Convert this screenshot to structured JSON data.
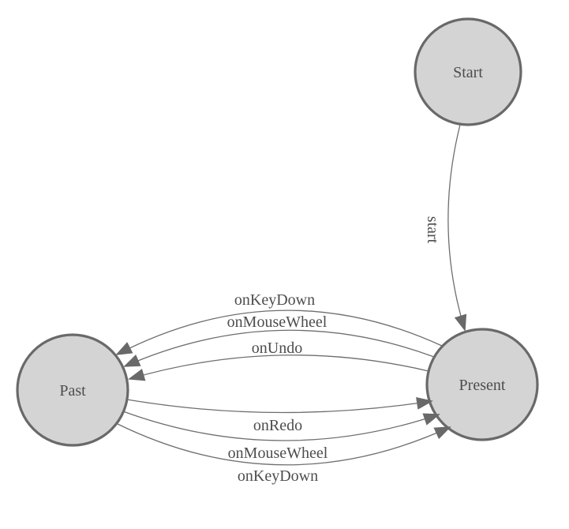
{
  "diagram": {
    "type": "state-machine",
    "colors": {
      "background": "#ffffff",
      "node_fill": "#d4d4d4",
      "node_stroke": "#696969",
      "edge_stroke": "#6e6e6e",
      "arrow_fill": "#696969",
      "label_text": "#4d4d4d"
    },
    "nodes": [
      {
        "id": "start",
        "label": "Start"
      },
      {
        "id": "present",
        "label": "Present"
      },
      {
        "id": "past",
        "label": "Past"
      }
    ],
    "edges": [
      {
        "id": "start-to-present",
        "from": "start",
        "to": "present",
        "label": "start"
      },
      {
        "id": "present-to-past-keydown",
        "from": "present",
        "to": "past",
        "label": "onKeyDown"
      },
      {
        "id": "present-to-past-mousewheel",
        "from": "present",
        "to": "past",
        "label": "onMouseWheel"
      },
      {
        "id": "present-to-past-undo",
        "from": "present",
        "to": "past",
        "label": "onUndo"
      },
      {
        "id": "past-to-present-redo",
        "from": "past",
        "to": "present",
        "label": "onRedo"
      },
      {
        "id": "past-to-present-mousewheel",
        "from": "past",
        "to": "present",
        "label": "onMouseWheel"
      },
      {
        "id": "past-to-present-keydown",
        "from": "past",
        "to": "present",
        "label": "onKeyDown"
      }
    ]
  }
}
